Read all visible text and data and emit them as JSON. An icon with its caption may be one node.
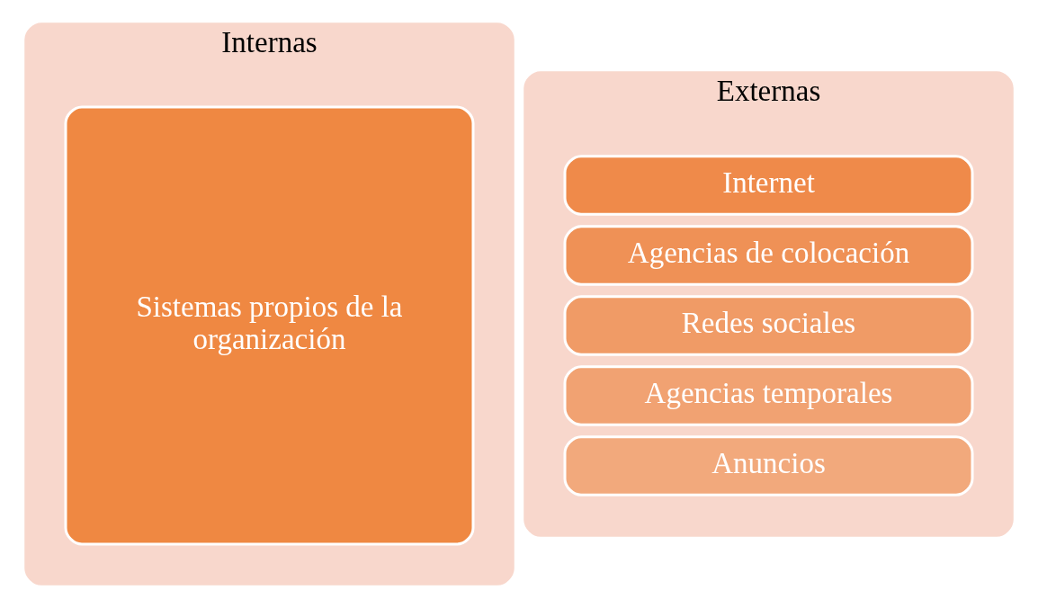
{
  "diagram": {
    "nodes": [
      {
        "text": [
          "Internas"
        ]
      },
      {
        "text": [
          "Sistemas propios de la organización"
        ],
        "in": 0
      },
      {
        "text": [
          "Externas"
        ]
      },
      {
        "text": [
          "Internet"
        ],
        "in": 2
      },
      {
        "text": [
          "Agencias de colocación"
        ],
        "in": 2
      },
      {
        "text": [
          "Redes sociales"
        ],
        "in": 2
      },
      {
        "text": [
          "Agencias temporales"
        ],
        "in": 2
      },
      {
        "text": [
          "Anuncios"
        ],
        "in": 2
      }
    ],
    "edges": []
  }
}
